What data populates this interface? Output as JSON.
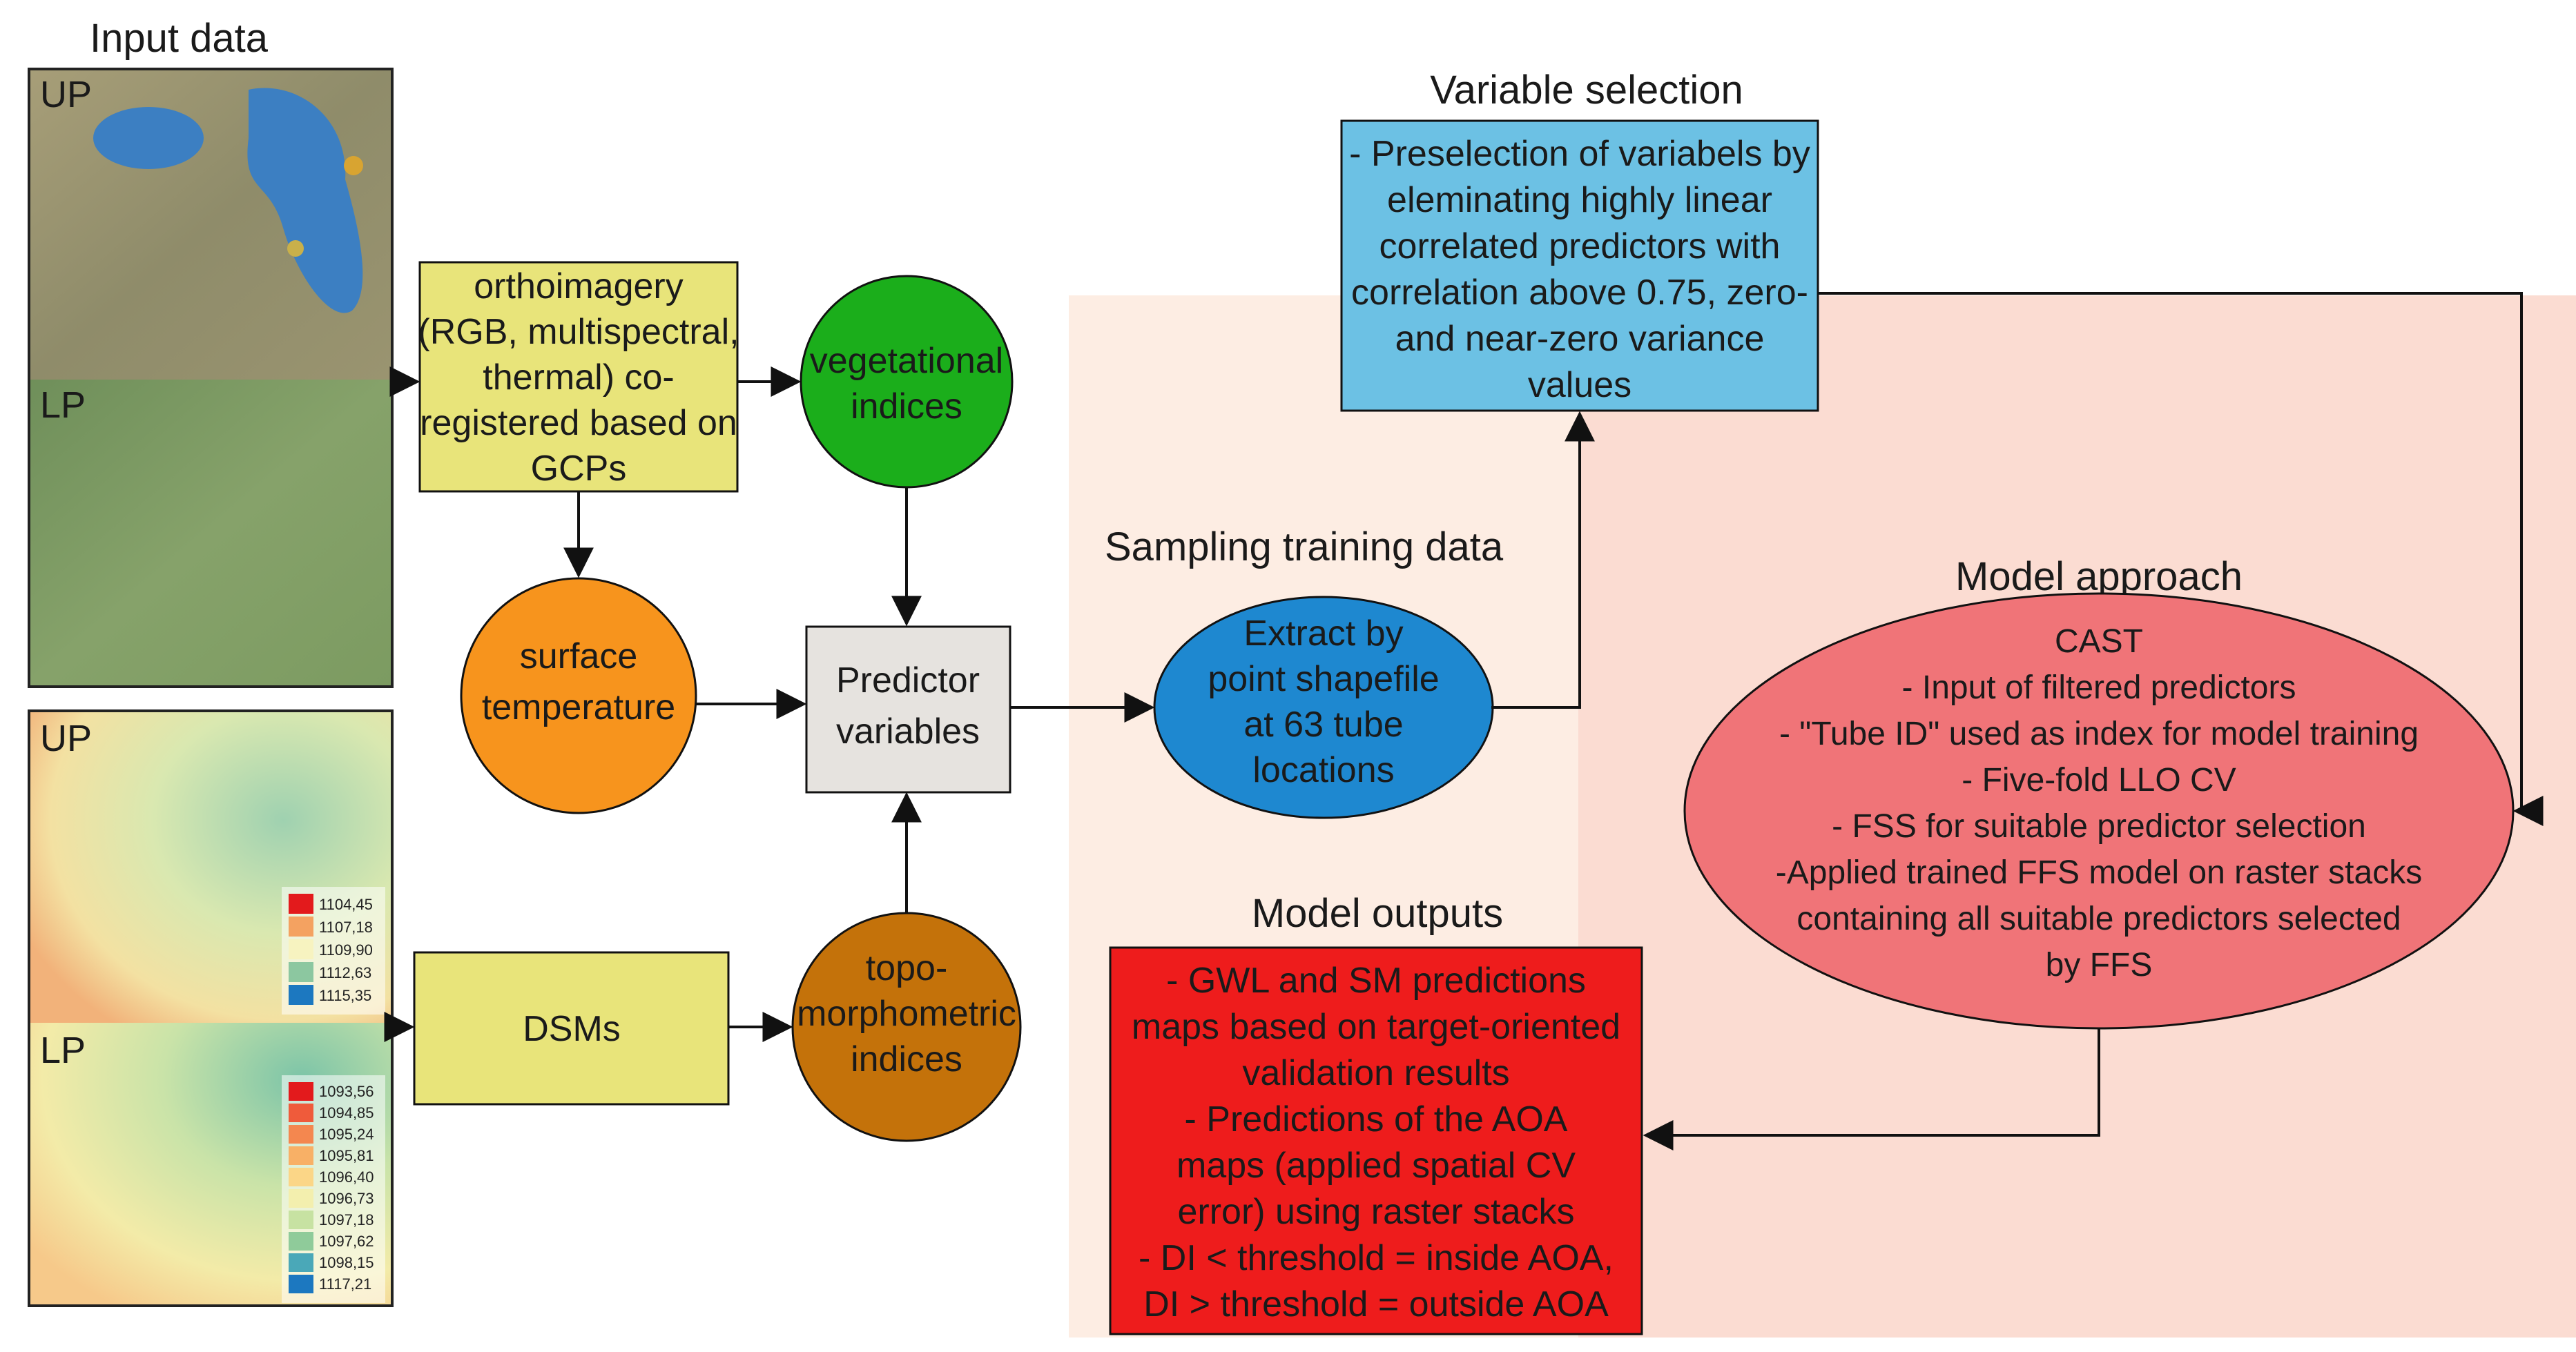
{
  "colors": {
    "yellow_box": "#E8E47A",
    "green_circle": "#1BAE1B",
    "orange_circle": "#F7941D",
    "brown_circle": "#C4720A",
    "grey_box": "#E6E3DF",
    "blue_ellipse": "#1E88D0",
    "light_blue_box": "#6CC1E4",
    "pink_ellipse": "#F07478",
    "red_box": "#EE1C1C",
    "bg_light": "#FDEDE3",
    "bg_pink": "#FBDCD2"
  },
  "input": {
    "title": "Input data",
    "ortho_up": "UP",
    "ortho_lp": "LP",
    "dsm_up": "UP",
    "dsm_lp": "LP",
    "legend_up": [
      "1104,45",
      "1107,18",
      "1109,90",
      "1112,63",
      "1115,35"
    ],
    "legend_up_colors": [
      "#E31A1C",
      "#F4A261",
      "#F7F3C0",
      "#8CC7A0",
      "#1C78C0"
    ],
    "legend_lp": [
      "1093,56",
      "1094,85",
      "1095,24",
      "1095,81",
      "1096,40",
      "1096,73",
      "1097,18",
      "1097,62",
      "1098,15",
      "1117,21"
    ],
    "legend_lp_colors": [
      "#E31A1C",
      "#EF5B3B",
      "#F4874F",
      "#F8B066",
      "#FBD687",
      "#F3EFAE",
      "#C7E2A2",
      "#8FCB9A",
      "#4AA8B8",
      "#1C78C0"
    ]
  },
  "nodes": {
    "ortho": [
      "orthoimagery",
      "(RGB, multispectral,",
      "thermal) co-",
      "registered based on",
      "GCPs"
    ],
    "veg": [
      "vegetational",
      "indices"
    ],
    "surface": [
      "surface",
      "temperature"
    ],
    "predictor": [
      "Predictor",
      "variables"
    ],
    "dsm": "DSMs",
    "topo": [
      "topo-",
      "morphometric",
      "indices"
    ],
    "extract": [
      "Extract by",
      "point shapefile",
      "at 63 tube",
      "locations"
    ]
  },
  "sampling": {
    "title": "Sampling training data"
  },
  "variable_selection": {
    "title": "Variable selection",
    "lines": [
      "- Preselection of variabels by",
      "eleminating highly linear",
      "correlated predictors with",
      "correlation above 0.75, zero-",
      "and near-zero variance",
      "values"
    ]
  },
  "model_approach": {
    "title": "Model approach",
    "lines": [
      "CAST",
      "- Input of filtered predictors",
      "-  \"Tube ID\" used as index for model training",
      "- Five-fold LLO CV",
      "- FSS for suitable predictor selection",
      "-Applied trained FFS model on raster stacks",
      "containing all suitable predictors selected",
      "by FFS"
    ]
  },
  "model_outputs": {
    "title": "Model outputs",
    "lines": [
      "- GWL and SM predictions",
      "maps based on target-oriented",
      "validation results",
      "- Predictions of the AOA",
      "maps (applied spatial CV",
      "error) using raster stacks",
      "- DI < threshold = inside AOA,",
      "DI > threshold = outside AOA"
    ]
  }
}
